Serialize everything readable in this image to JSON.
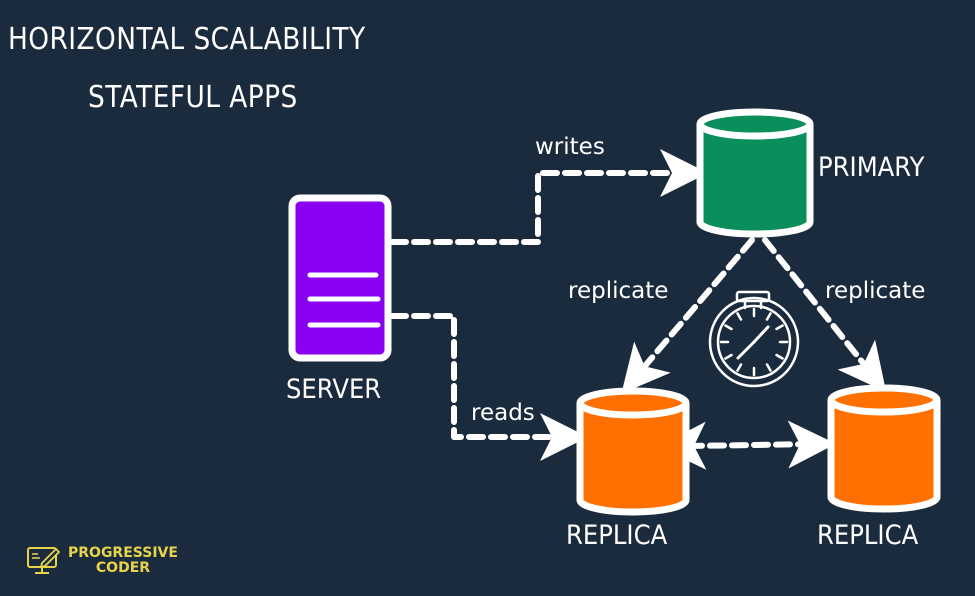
{
  "title": {
    "line1": "HORIZONTAL SCALABILITY",
    "line2": "STATEFUL APPS"
  },
  "nodes": {
    "server": {
      "label": "SERVER",
      "color": "#8a00f0"
    },
    "primary": {
      "label": "PRIMARY",
      "color": "#0a8f5c"
    },
    "replica1": {
      "label": "REPLICA",
      "color": "#ff7000"
    },
    "replica2": {
      "label": "REPLICA",
      "color": "#ff7000"
    }
  },
  "edges": {
    "writes": {
      "label": "writes",
      "from": "server",
      "to": "primary"
    },
    "reads": {
      "label": "reads",
      "from": "server",
      "to": "replica1"
    },
    "replicate_left": {
      "label": "replicate",
      "from": "primary",
      "to": "replica1"
    },
    "replicate_right": {
      "label": "replicate",
      "from": "primary",
      "to": "replica2"
    },
    "replica_sync": {
      "label": "",
      "from": "replica1",
      "to": "replica2",
      "bidirectional": true
    }
  },
  "icons": {
    "center": "stopwatch-icon"
  },
  "logo": {
    "line1": "PROGRESSIVE",
    "line2": "CODER",
    "color": "#e8d44a"
  },
  "colors": {
    "background": "#1b2b3e",
    "stroke": "#ffffff"
  }
}
